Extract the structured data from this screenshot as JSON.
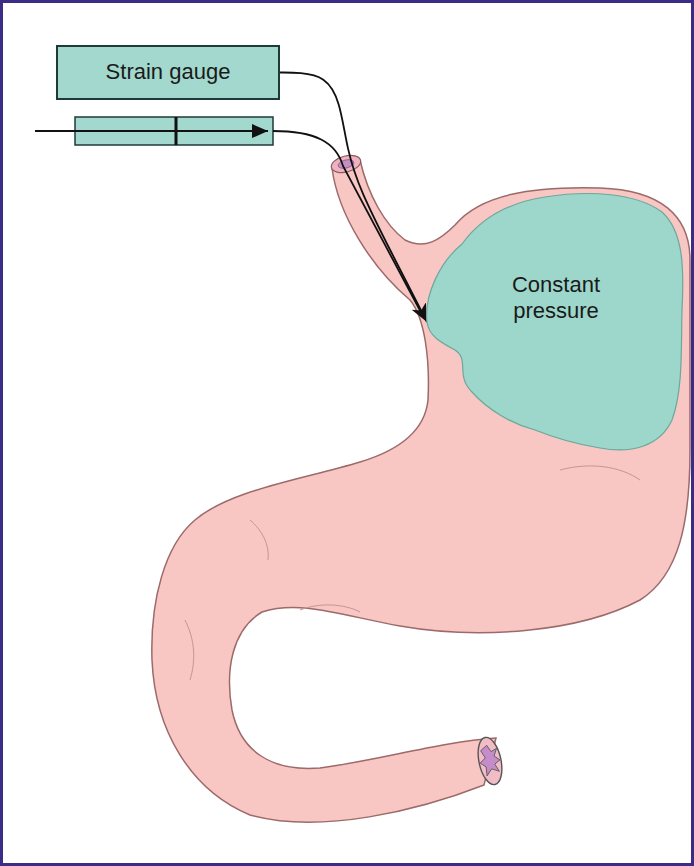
{
  "diagram": {
    "nodes": [
      {
        "text": [
          "Strain gauge"
        ]
      },
      {
        "text": [
          "Constant pressure"
        ]
      }
    ],
    "edges": [
      {
        "from": 0,
        "to": 1,
        "arrow": "to"
      }
    ]
  }
}
